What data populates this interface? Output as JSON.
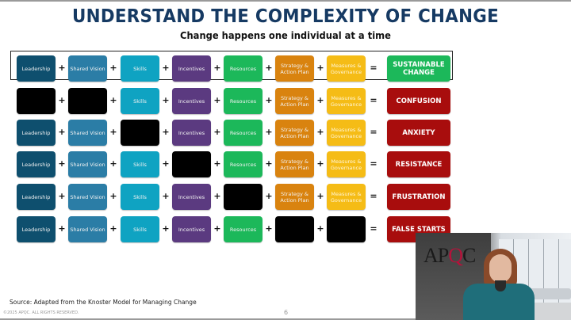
{
  "slide": {
    "title": "UNDERSTAND THE COMPLEXITY OF CHANGE",
    "subtitle": "Change happens one individual at a time",
    "source": "Source: Adapted from the Knoster Model for Managing Change",
    "copyright": "©2025 APQC. ALL RIGHTS RESERVED.",
    "page_number": "6"
  },
  "colors": {
    "leadership": "#0e4f6e",
    "shared_vision": "#2b7da6",
    "skills": "#0fa3c2",
    "incentives": "#5b3a80",
    "resources": "#1cb85a",
    "strategy": "#d9830f",
    "measures": "#f5bc16",
    "missing": "#000000",
    "success": "#1cb85a",
    "failure": "#a80d0d",
    "title": "#163a63"
  },
  "operators": {
    "plus": "+",
    "equals": "="
  },
  "components": [
    {
      "key": "leadership",
      "label": "Leadership"
    },
    {
      "key": "shared_vision",
      "label": "Shared Vision"
    },
    {
      "key": "skills",
      "label": "Skills"
    },
    {
      "key": "incentives",
      "label": "Incentives"
    },
    {
      "key": "resources",
      "label": "Resources"
    },
    {
      "key": "strategy",
      "label": "Strategy & Action Plan"
    },
    {
      "key": "measures",
      "label": "Measures & Governance"
    }
  ],
  "rows": [
    {
      "missing": [],
      "result": "SUSTAINABLE CHANGE",
      "result_type": "success"
    },
    {
      "missing": [
        "leadership",
        "shared_vision"
      ],
      "result": "CONFUSION",
      "result_type": "failure"
    },
    {
      "missing": [
        "skills"
      ],
      "result": "ANXIETY",
      "result_type": "failure"
    },
    {
      "missing": [
        "incentives"
      ],
      "result": "RESISTANCE",
      "result_type": "failure"
    },
    {
      "missing": [
        "resources"
      ],
      "result": "FRUSTRATION",
      "result_type": "failure"
    },
    {
      "missing": [
        "strategy",
        "measures"
      ],
      "result": "FALSE STARTS",
      "result_type": "failure"
    }
  ],
  "video": {
    "logo_text_a": "AP",
    "logo_text_b": "Q",
    "logo_text_c": "C"
  }
}
